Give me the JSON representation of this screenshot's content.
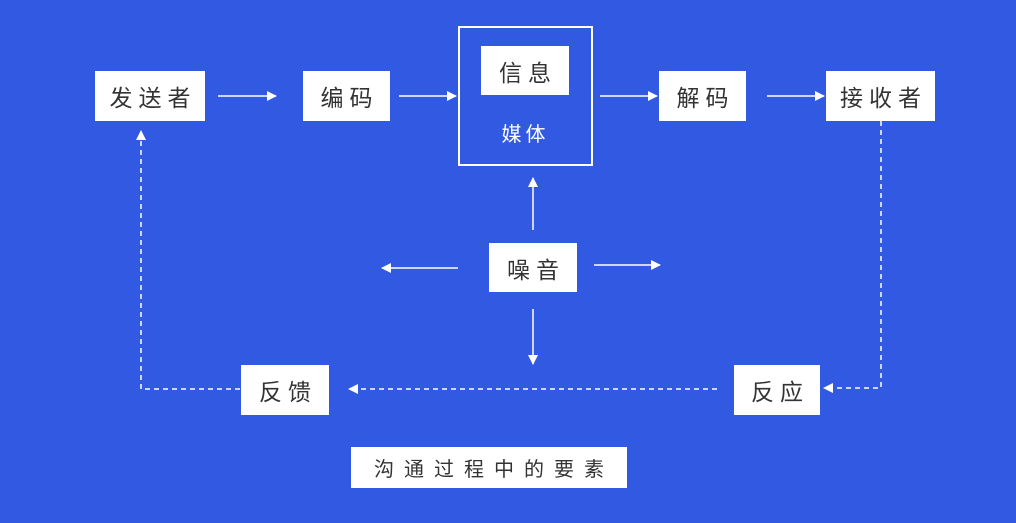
{
  "nodes": {
    "sender": "发送者",
    "encode": "编码",
    "message": "信息",
    "medium": "媒体",
    "decode": "解码",
    "receiver": "接收者",
    "noise": "噪音",
    "feedback": "反馈",
    "response": "反应"
  },
  "caption": "沟通过程中的要素",
  "colors": {
    "background": "#3259E2",
    "box": "#FFFFFF",
    "text": "#333333",
    "line": "#FFFFFF"
  }
}
